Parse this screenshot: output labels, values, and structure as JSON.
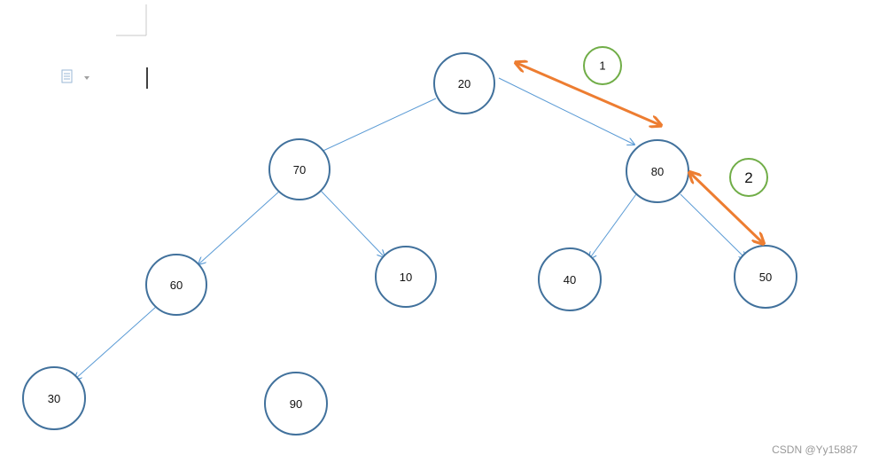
{
  "tree": {
    "nodes": [
      {
        "id": "20",
        "label": "20"
      },
      {
        "id": "70",
        "label": "70"
      },
      {
        "id": "80",
        "label": "80"
      },
      {
        "id": "60",
        "label": "60"
      },
      {
        "id": "10",
        "label": "10"
      },
      {
        "id": "40",
        "label": "40"
      },
      {
        "id": "50",
        "label": "50"
      },
      {
        "id": "30",
        "label": "30"
      },
      {
        "id": "90",
        "label": "90"
      }
    ],
    "edges": [
      {
        "from": "20",
        "to": "70"
      },
      {
        "from": "20",
        "to": "80"
      },
      {
        "from": "70",
        "to": "60"
      },
      {
        "from": "70",
        "to": "10"
      },
      {
        "from": "80",
        "to": "40"
      },
      {
        "from": "80",
        "to": "50"
      },
      {
        "from": "60",
        "to": "30"
      }
    ],
    "swaps": [
      {
        "step": "1",
        "between": [
          "20",
          "80"
        ]
      },
      {
        "step": "2",
        "between": [
          "80",
          "50"
        ]
      }
    ]
  },
  "colors": {
    "node_stroke": "#41719c",
    "edge": "#5b9bd5",
    "swap_arrow": "#ed7d31",
    "step_circle": "#70ad47"
  },
  "watermark": "CSDN @Yy15887"
}
